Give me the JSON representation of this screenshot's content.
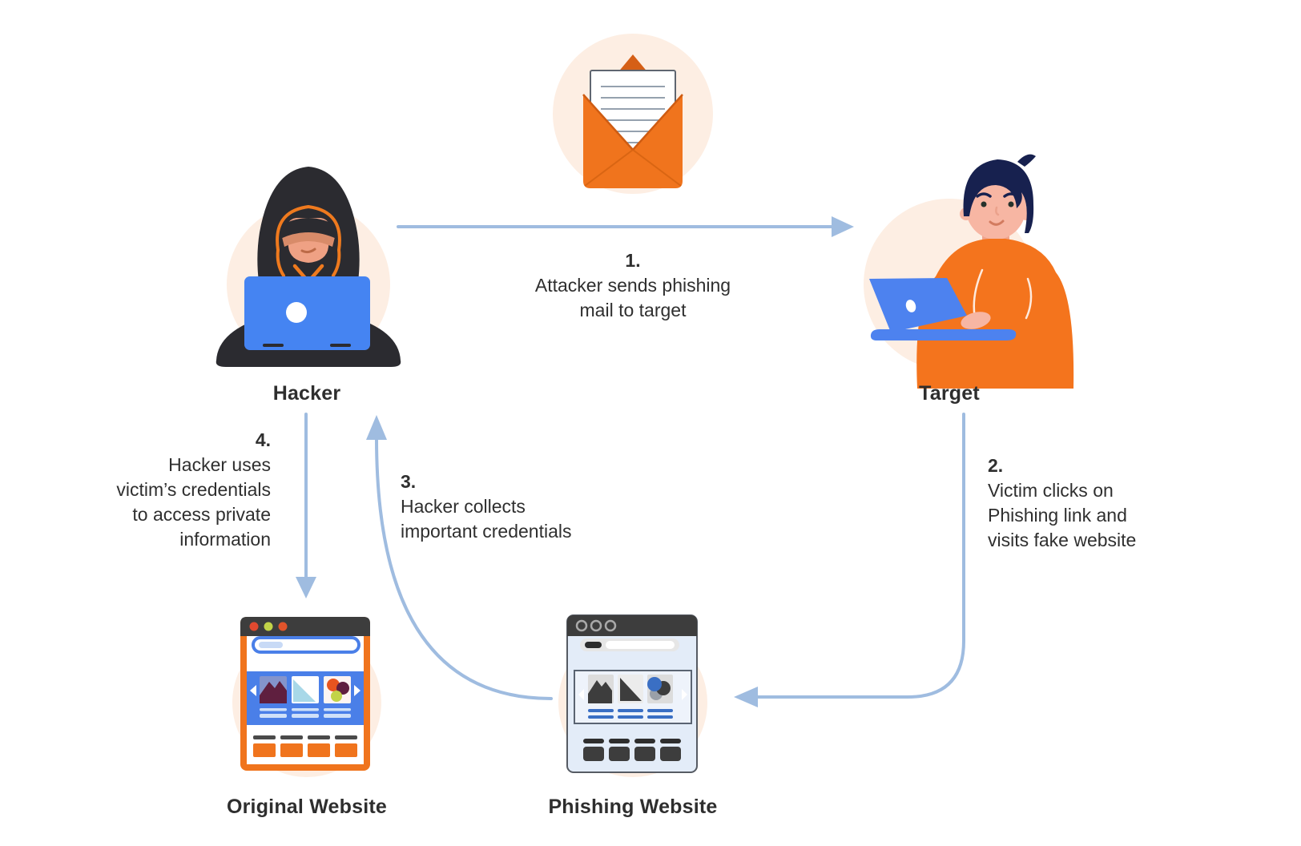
{
  "diagram": {
    "title_hidden": "",
    "type": "phishing-attack-flow"
  },
  "palette": {
    "arrow_blue": "#9fbce0",
    "peach_circle": "#fdeee3",
    "orange": "#f0741d",
    "dark_orange": "#d55f16",
    "laptop_blue": "#4584f2",
    "carousel_blue": "#4a7fe8",
    "dark_gray": "#3d3d3d",
    "text_dark": "#2e2e2e"
  },
  "nodes": {
    "email": {
      "icon": "envelope-icon"
    },
    "hacker": {
      "label": "Hacker"
    },
    "target": {
      "label": "Target"
    },
    "original_website": {
      "label": "Original Website"
    },
    "phishing_website": {
      "label": "Phishing Website"
    }
  },
  "steps": {
    "step1": {
      "number": "1.",
      "lines": [
        "Attacker sends phishing",
        "mail to target"
      ]
    },
    "step2": {
      "number": "2.",
      "lines": [
        "Victim clicks on",
        "Phishing link and",
        "visits fake website"
      ]
    },
    "step3": {
      "number": "3.",
      "lines": [
        "Hacker collects",
        "important credentials"
      ]
    },
    "step4": {
      "number": "4.",
      "lines": [
        "Hacker uses",
        "victim’s credentials",
        "to access private",
        "information"
      ]
    }
  }
}
